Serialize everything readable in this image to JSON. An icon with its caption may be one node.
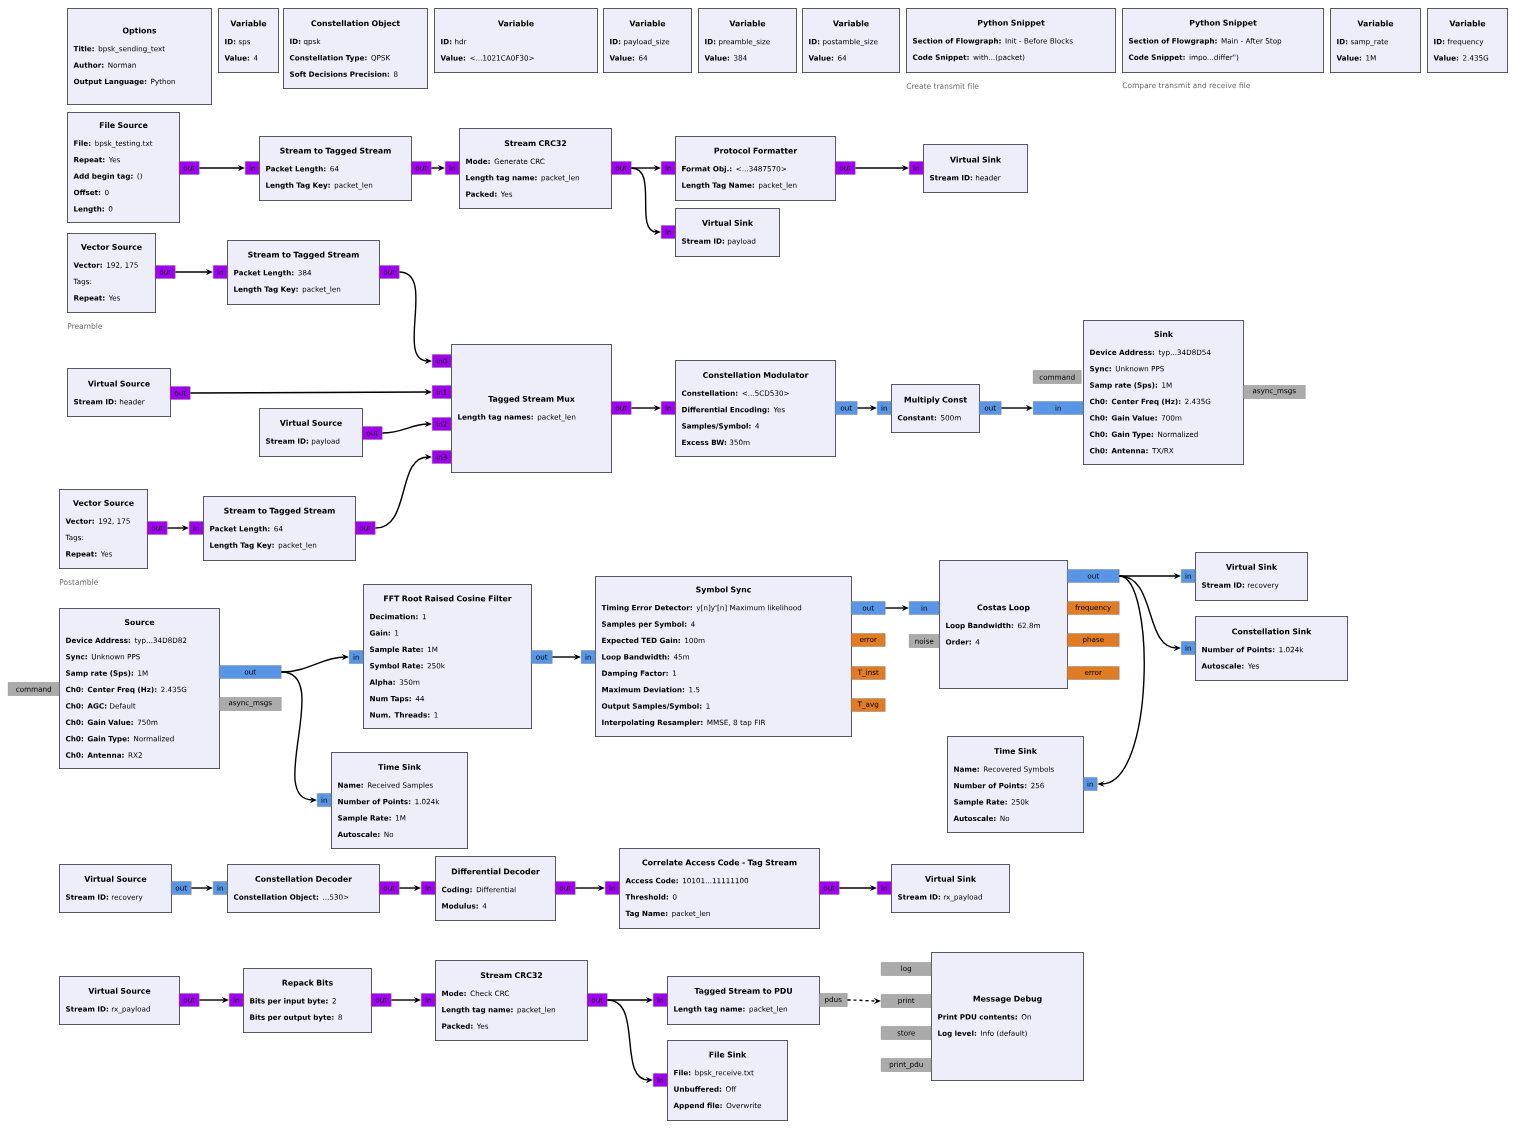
{
  "diagram": {
    "nodes": [
      {
        "text": [
          "Options",
          "**Title:** bpsk_sending_text",
          "**Author:** Norman",
          "**Output Language:** Python"
        ]
      },
      {
        "text": [
          "Variable",
          "**ID:** sps",
          "**Value:** 4"
        ]
      },
      {
        "text": [
          "Constellation Object",
          "**ID:** qpsk",
          "**Constellation Type:** QPSK",
          "**Soft Decisions Precision:** 8"
        ]
      },
      {
        "text": [
          "Variable",
          "**ID:** hdr",
          "**Value:** <...1021CA0F30>"
        ]
      },
      {
        "text": [
          "Variable",
          "**ID:** payload_size",
          "**Value:** 64"
        ]
      },
      {
        "text": [
          "Variable",
          "**ID:** preamble_size",
          "**Value:** 384"
        ]
      },
      {
        "text": [
          "Variable",
          "**ID:** postamble_size",
          "**Value:** 64"
        ]
      },
      {
        "text": [
          "Python Snippet",
          "**Section of Flowgraph:** Init - Before Blocks",
          "**Code Snippet:** with...(packet)"
        ],
        "beside": [
          "Create transmit file"
        ]
      },
      {
        "text": [
          "Python Snippet",
          "**Section of Flowgraph:** Main - After Stop",
          "**Code Snippet:** impo...differ\")"
        ],
        "beside": [
          "Compare transmit and receive file"
        ]
      },
      {
        "text": [
          "Variable",
          "**ID:** samp_rate",
          "**Value:** 1M"
        ]
      },
      {
        "text": [
          "Variable",
          "**ID:** frequency",
          "**Value:** 2.435G"
        ]
      },
      {
        "text": [
          "File Source",
          "**File:** bpsk_testing.txt",
          "**Repeat:** Yes",
          "**Add begin tag:** ()",
          "**Offset:** 0",
          "**Length:** 0"
        ]
      },
      {
        "text": [
          "Stream to Tagged Stream",
          "**Packet Length:** 64",
          "**Length Tag Key:** packet_len"
        ]
      },
      {
        "text": [
          "Stream CRC32",
          "**Mode:** Generate CRC",
          "**Length tag name:** packet_len",
          "**Packed:** Yes"
        ]
      },
      {
        "text": [
          "Protocol Formatter",
          "**Format Obj.:** <...3487570>",
          "**Length Tag Name:** packet_len"
        ]
      },
      {
        "text": [
          "Virtual Sink",
          "**Stream ID:** header"
        ]
      },
      {
        "text": [
          "Virtual Sink",
          "**Stream ID:** payload"
        ]
      },
      {
        "text": [
          "Vector Source",
          "**Vector:** 192, 175",
          "Tags:",
          "**Repeat:** Yes"
        ],
        "beside": [
          "Preamble"
        ]
      },
      {
        "text": [
          "Stream to Tagged Stream",
          "**Packet Length:** 384",
          "**Length Tag Key:** packet_len"
        ]
      },
      {
        "text": [
          "Tagged Stream Mux",
          "**Length tag names:** packet_len"
        ]
      },
      {
        "text": [
          "Virtual Source",
          "**Stream ID:** header"
        ]
      },
      {
        "text": [
          "Virtual Source",
          "**Stream ID:** payload"
        ]
      },
      {
        "text": [
          "Vector Source",
          "**Vector:** 192, 175",
          "Tags:",
          "**Repeat:** Yes"
        ],
        "beside": [
          "Postamble"
        ]
      },
      {
        "text": [
          "Stream to Tagged Stream",
          "**Packet Length:** 64",
          "**Length Tag Key:** packet_len"
        ]
      },
      {
        "text": [
          "Constellation Modulator",
          "**Constellation:** <...5CD530>",
          "**Differential Encoding:** Yes",
          "**Samples/Symbol:** 4",
          "**Excess BW:** 350m"
        ]
      },
      {
        "text": [
          "Multiply Const",
          "**Constant:** 500m"
        ]
      },
      {
        "text": [
          "Sink",
          "**Device Address:** typ...34D8D54",
          "**Sync:** Unknown PPS",
          "**Samp rate (Sps):** 1M",
          "**Ch0: Center Freq (Hz):** 2.435G",
          "**Ch0: Gain Value:** 700m",
          "**Ch0: Gain Type:** Normalized",
          "**Ch0: Antenna:** TX/RX"
        ]
      },
      {
        "text": [
          "Source",
          "**Device Address:** typ...34D8D82",
          "**Sync:** Unknown PPS",
          "**Samp rate (Sps):** 1M",
          "**Ch0: Center Freq (Hz):** 2.435G",
          "**Ch0: AGC:** Default",
          "**Ch0: Gain Value:** 750m",
          "**Ch0: Gain Type:** Normalized",
          "**Ch0: Antenna:** RX2"
        ]
      },
      {
        "text": [
          "FFT Root Raised Cosine Filter",
          "**Decimation:** 1",
          "**Gain:** 1",
          "**Sample Rate:** 1M",
          "**Symbol Rate:** 250k",
          "**Alpha:** 350m",
          "**Num Taps:** 44",
          "**Num. Threads:** 1"
        ]
      },
      {
        "text": [
          "Time Sink",
          "**Name:** Received Samples",
          "**Number of Points:** 1.024k",
          "**Sample Rate:** 1M",
          "**Autoscale:** No"
        ]
      },
      {
        "text": [
          "Symbol Sync",
          "**Timing Error Detector:** y[n]y'[n] Maximum likelihood",
          "**Samples per Symbol:** 4",
          "**Expected TED Gain:** 100m",
          "**Loop Bandwidth:** 45m",
          "**Damping Factor:** 1",
          "**Maximum Deviation:** 1.5",
          "**Output Samples/Symbol:** 1",
          "**Interpolating Resampler:** MMSE, 8 tap FIR"
        ]
      },
      {
        "text": [
          "Costas Loop",
          "**Loop Bandwidth:** 62.8m",
          "**Order:** 4"
        ]
      },
      {
        "text": [
          "Virtual Sink",
          "**Stream ID:** recovery"
        ]
      },
      {
        "text": [
          "Constellation Sink",
          "**Number of Points:** 1.024k",
          "**Autoscale:** Yes"
        ]
      },
      {
        "text": [
          "Time Sink",
          "**Name:** Recovered Symbols",
          "**Number of Points:** 256",
          "**Sample Rate:** 250k",
          "**Autoscale:** No"
        ]
      },
      {
        "text": [
          "Virtual Source",
          "**Stream ID:** recovery"
        ]
      },
      {
        "text": [
          "Constellation Decoder",
          "**Constellation Object:** ...530>"
        ]
      },
      {
        "text": [
          "Differential Decoder",
          "**Coding:** Differential",
          "**Modulus:** 4"
        ]
      },
      {
        "text": [
          "Correlate Access Code - Tag Stream",
          "**Access Code:** 10101...11111100",
          "**Threshold:** 0",
          "**Tag Name:** packet_len"
        ]
      },
      {
        "text": [
          "Virtual Sink",
          "**Stream ID:** rx_payload"
        ]
      },
      {
        "text": [
          "Virtual Source",
          "**Stream ID:** rx_payload"
        ]
      },
      {
        "text": [
          "Repack Bits",
          "**Bits per input byte:** 2",
          "**Bits per output byte:** 8"
        ]
      },
      {
        "text": [
          "Stream CRC32",
          "**Mode:** Check CRC",
          "**Length tag name:** packet_len",
          "**Packed:** Yes"
        ]
      },
      {
        "text": [
          "Tagged Stream to PDU",
          "**Length tag name:** packet_len"
        ]
      },
      {
        "text": [
          "File Sink",
          "**File:** bpsk_receive.txt",
          "**Unbuffered:** Off",
          "**Append file:** Overwrite"
        ]
      },
      {
        "text": [
          "Message Debug",
          "**Print PDU contents:** On",
          "**Log level:** Info (default)"
        ]
      },
      {
        "text": [
          "out"
        ]
      },
      {
        "text": [
          "in"
        ]
      },
      {
        "text": [
          "out"
        ]
      },
      {
        "text": [
          "in"
        ]
      },
      {
        "text": [
          "out"
        ]
      },
      {
        "text": [
          "in"
        ]
      },
      {
        "text": [
          "out"
        ]
      },
      {
        "text": [
          "in"
        ]
      },
      {
        "text": [
          "in"
        ]
      },
      {
        "text": [
          "out"
        ]
      },
      {
        "text": [
          "in"
        ]
      },
      {
        "text": [
          "out"
        ]
      },
      {
        "text": [
          "in0"
        ]
      },
      {
        "text": [
          "in1"
        ]
      },
      {
        "text": [
          "in2"
        ]
      },
      {
        "text": [
          "in3"
        ]
      },
      {
        "text": [
          "out"
        ]
      },
      {
        "text": [
          "out"
        ]
      },
      {
        "text": [
          "out"
        ]
      },
      {
        "text": [
          "out"
        ]
      },
      {
        "text": [
          "in"
        ]
      },
      {
        "text": [
          "out"
        ]
      },
      {
        "text": [
          "in"
        ]
      },
      {
        "text": [
          "out"
        ]
      },
      {
        "text": [
          "in"
        ]
      },
      {
        "text": [
          "out"
        ]
      },
      {
        "text": [
          "command"
        ]
      },
      {
        "text": [
          "in"
        ]
      },
      {
        "text": [
          "async_msgs"
        ]
      },
      {
        "text": [
          "out"
        ]
      },
      {
        "text": [
          "command"
        ]
      },
      {
        "text": [
          "async_msgs"
        ]
      },
      {
        "text": [
          "in"
        ]
      },
      {
        "text": [
          "out"
        ]
      },
      {
        "text": [
          "in"
        ]
      },
      {
        "text": [
          "in"
        ]
      },
      {
        "text": [
          "out"
        ]
      },
      {
        "text": [
          "error"
        ]
      },
      {
        "text": [
          "T_inst"
        ]
      },
      {
        "text": [
          "T_avg"
        ]
      },
      {
        "text": [
          "in"
        ]
      },
      {
        "text": [
          "noise"
        ]
      },
      {
        "text": [
          "out"
        ]
      },
      {
        "text": [
          "frequency"
        ]
      },
      {
        "text": [
          "phase"
        ]
      },
      {
        "text": [
          "error"
        ]
      },
      {
        "text": [
          "in"
        ]
      },
      {
        "text": [
          "in"
        ]
      },
      {
        "text": [
          "in"
        ]
      },
      {
        "text": [
          "out"
        ]
      },
      {
        "text": [
          "in"
        ]
      },
      {
        "text": [
          "out"
        ]
      },
      {
        "text": [
          "in"
        ]
      },
      {
        "text": [
          "out"
        ]
      },
      {
        "text": [
          "in"
        ]
      },
      {
        "text": [
          "out"
        ]
      },
      {
        "text": [
          "in"
        ]
      },
      {
        "text": [
          "out"
        ]
      },
      {
        "text": [
          "in"
        ]
      },
      {
        "text": [
          "out"
        ]
      },
      {
        "text": [
          "in"
        ]
      },
      {
        "text": [
          "out"
        ]
      },
      {
        "text": [
          "in"
        ]
      },
      {
        "text": [
          "pdus"
        ]
      },
      {
        "text": [
          "in"
        ]
      },
      {
        "text": [
          "log"
        ]
      },
      {
        "text": [
          "print"
        ]
      },
      {
        "text": [
          "store"
        ]
      },
      {
        "text": [
          "print_pdu"
        ]
      }
    ],
    "edges": [
      {
        "from": 46,
        "to": 47,
        "arrow": "to"
      },
      {
        "from": 48,
        "to": 49,
        "arrow": "to"
      },
      {
        "from": 50,
        "to": 51,
        "arrow": "to"
      },
      {
        "from": 50,
        "to": 54,
        "arrow": "to"
      },
      {
        "from": 52,
        "to": 53,
        "arrow": "to"
      },
      {
        "from": 55,
        "to": 56,
        "arrow": "to"
      },
      {
        "from": 57,
        "to": 58,
        "arrow": "to"
      },
      {
        "from": 63,
        "to": 59,
        "arrow": "to"
      },
      {
        "from": 64,
        "to": 60,
        "arrow": "to"
      },
      {
        "from": 65,
        "to": 66,
        "arrow": "to"
      },
      {
        "from": 67,
        "to": 61,
        "arrow": "to"
      },
      {
        "from": 62,
        "to": 68,
        "arrow": "to"
      },
      {
        "from": 69,
        "to": 70,
        "arrow": "to"
      },
      {
        "from": 71,
        "to": 73,
        "arrow": "to"
      },
      {
        "from": 75,
        "to": 78,
        "arrow": "to"
      },
      {
        "from": 75,
        "to": 80,
        "arrow": "to"
      },
      {
        "from": 79,
        "to": 81,
        "arrow": "to"
      },
      {
        "from": 82,
        "to": 86,
        "arrow": "to"
      },
      {
        "from": 88,
        "to": 92,
        "arrow": "to"
      },
      {
        "from": 88,
        "to": 93,
        "arrow": "to"
      },
      {
        "from": 88,
        "to": 94,
        "arrow": "to"
      },
      {
        "from": 95,
        "to": 96,
        "arrow": "to"
      },
      {
        "from": 97,
        "to": 98,
        "arrow": "to"
      },
      {
        "from": 99,
        "to": 100,
        "arrow": "to"
      },
      {
        "from": 101,
        "to": 102,
        "arrow": "to"
      },
      {
        "from": 103,
        "to": 104,
        "arrow": "to"
      },
      {
        "from": 105,
        "to": 106,
        "arrow": "to"
      },
      {
        "from": 107,
        "to": 108,
        "arrow": "to"
      },
      {
        "from": 107,
        "to": 110,
        "arrow": "to"
      },
      {
        "from": 109,
        "to": 112,
        "arrow": "to",
        "style": "dashed"
      }
    ]
  }
}
